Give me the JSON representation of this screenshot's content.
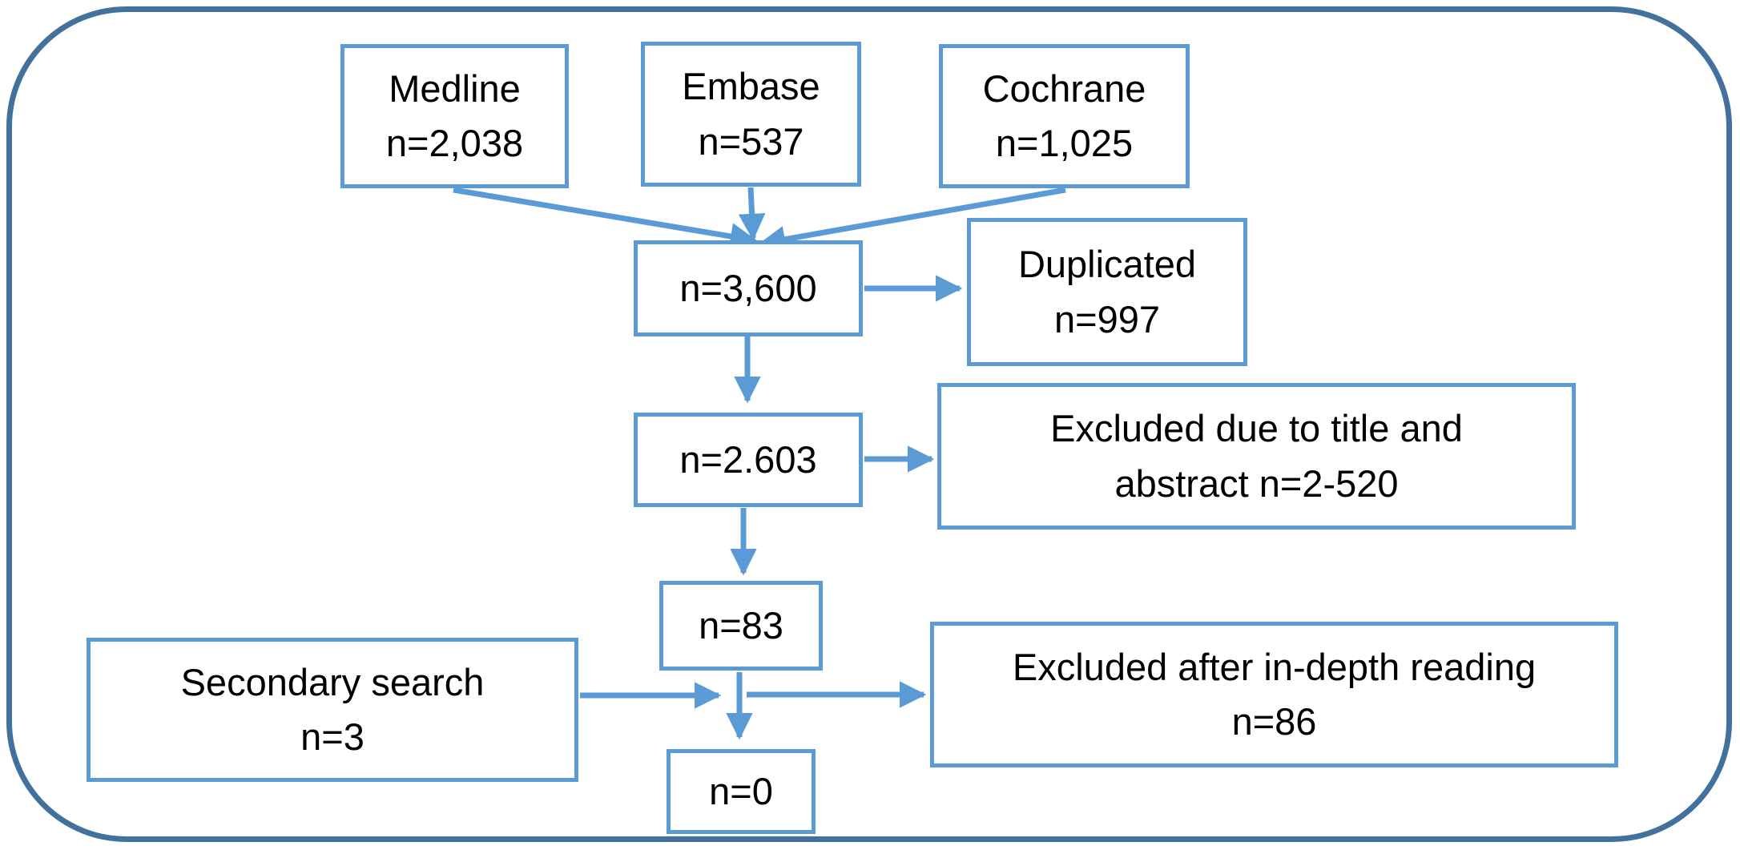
{
  "figure": {
    "kind": "study-selection-flow-diagram"
  },
  "boxes": {
    "medline": {
      "line1": "Medline",
      "line2": "n=2,038"
    },
    "embase": {
      "line1": "Embase",
      "line2": "n=537"
    },
    "cochrane": {
      "line1": "Cochrane",
      "line2": "n=1,025"
    },
    "pooled": {
      "line1": "n=3,600"
    },
    "duplicated": {
      "line1": "Duplicated",
      "line2": "n=997"
    },
    "after_duplicates": {
      "line1": "n=2.603"
    },
    "excluded_title_abstract": {
      "line1": "Excluded due to title and",
      "line2": "abstract n=2-520"
    },
    "after_screening": {
      "line1": "n=83"
    },
    "secondary_search": {
      "line1": "Secondary search",
      "line2": "n=3"
    },
    "excluded_in_depth": {
      "line1": "Excluded after in-depth reading",
      "line2": "n=86"
    },
    "included": {
      "line1": "n=0"
    }
  },
  "edges": [
    {
      "from": "medline",
      "to": "pooled"
    },
    {
      "from": "embase",
      "to": "pooled"
    },
    {
      "from": "cochrane",
      "to": "pooled"
    },
    {
      "from": "pooled",
      "to": "duplicated"
    },
    {
      "from": "pooled",
      "to": "after_duplicates"
    },
    {
      "from": "after_duplicates",
      "to": "excluded_title_abstract"
    },
    {
      "from": "after_duplicates",
      "to": "after_screening"
    },
    {
      "from": "after_screening",
      "to": "included"
    },
    {
      "from": "secondary_search",
      "to": "included"
    },
    {
      "from": "after_screening",
      "to": "excluded_in_depth"
    }
  ],
  "colors": {
    "arrow": "#5B9BD5",
    "box_border": "#5B9BD5",
    "outer_border": "#41719C",
    "text": "#000000",
    "background": "#FFFFFF"
  }
}
